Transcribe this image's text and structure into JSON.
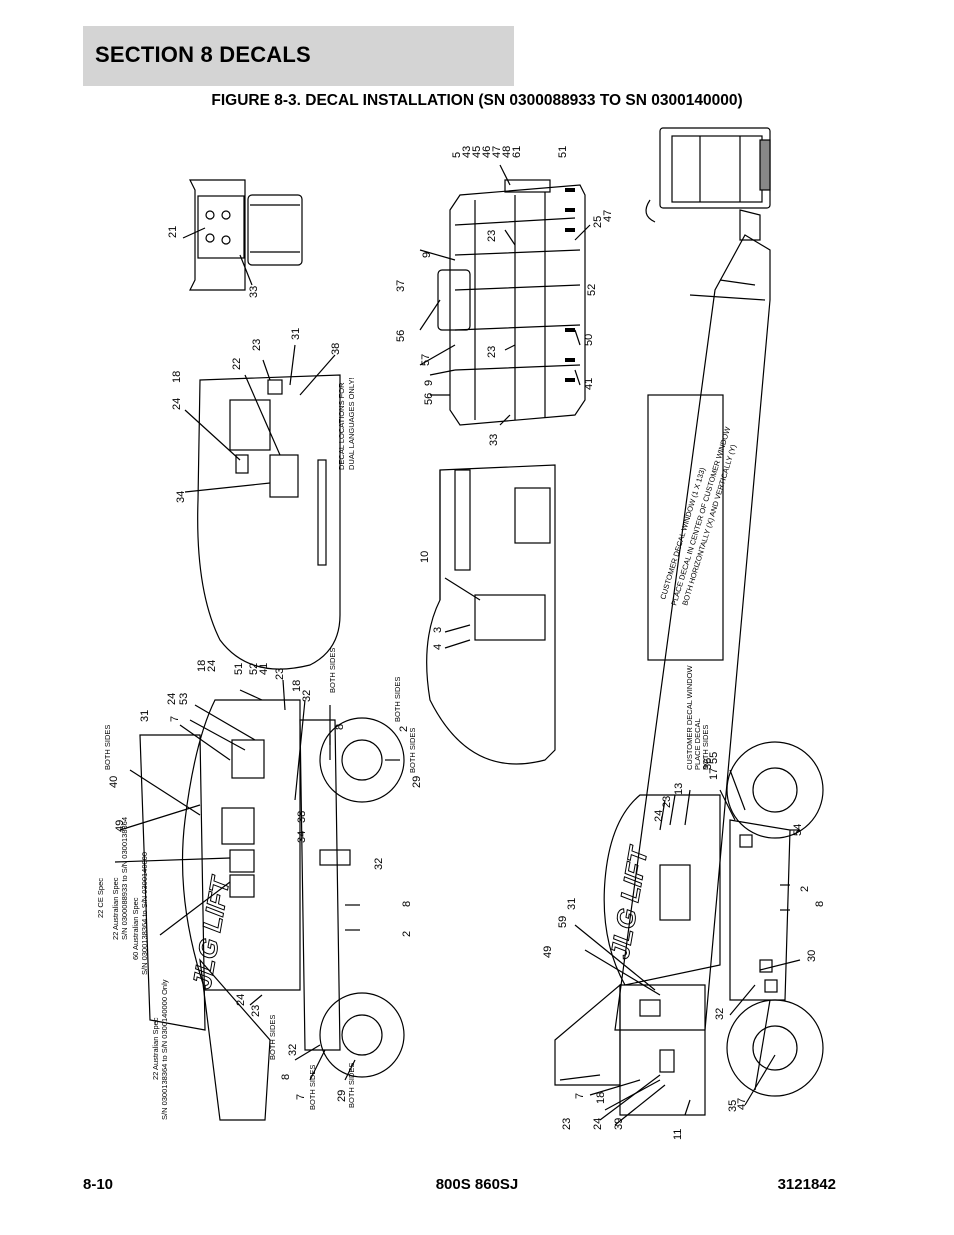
{
  "header": {
    "section_title": "SECTION 8   DECALS",
    "figure_title": "FIGURE 8-3. DECAL INSTALLATION (SN 0300088933 TO SN 0300140000)"
  },
  "footer": {
    "left": "8-10",
    "center": "800S 860SJ",
    "right": "3121842"
  },
  "callouts": {
    "both_sides": "BOTH SIDES",
    "ce_spec": "22 CE Spec",
    "au_spec_1": "22 Australian Spec",
    "au_range_1": "S/N 0300088933 to S/N 0300138364",
    "au_spec_60": "60 Australian Spec",
    "au_range_60": "S/N 0300138364 to S/N 0300140000",
    "au_spec_2": "22 Australian Spec",
    "au_range_2": "S/N 0300138364 to S/N 0300140000 Only",
    "dual_lang_1": "DECAL LOCATIONS FOR",
    "dual_lang_2": "DUAL LANGUAGES ONLY!",
    "customer_window_1": "CUSTOMER DECAL WINDOW (1 X 133)",
    "customer_window_2": "PLACE DECAL IN CENTER OF CUSTOMER WINDOW",
    "customer_window_3": "BOTH HORIZONTALLY (X) AND VERTICALLY (Y)",
    "customer_window_small": "CUSTOMER DECAL WINDOW",
    "customer_window_small_2": "PLACE DECAL",
    "customer_window_small_3": "BOTH SIDES",
    "logo": "JLG LIFT"
  }
}
